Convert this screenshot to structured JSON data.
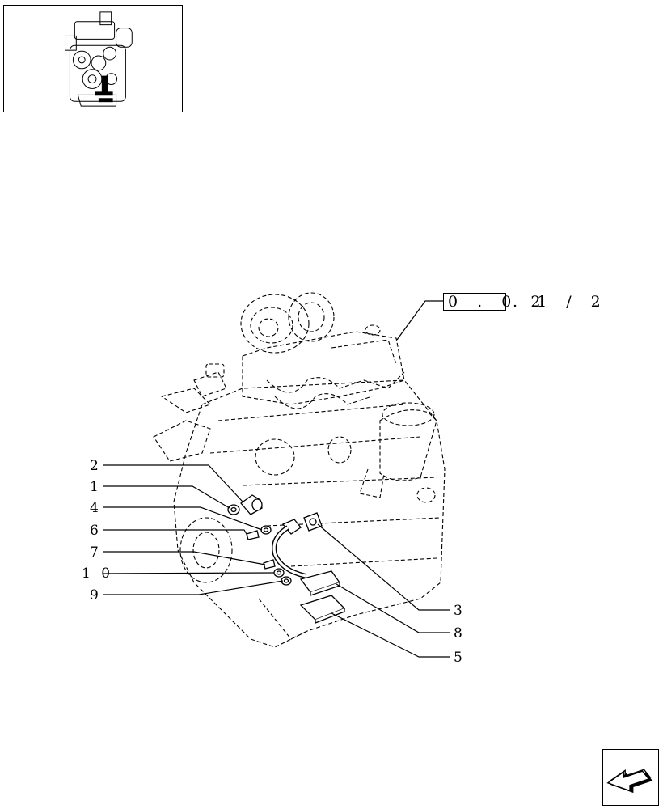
{
  "reference": {
    "code": "0 . 0 2",
    "suffix": ". 1 / 2"
  },
  "callouts_left": [
    {
      "id": "2",
      "label": "2"
    },
    {
      "id": "1",
      "label": "1"
    },
    {
      "id": "4",
      "label": "4"
    },
    {
      "id": "6",
      "label": "6"
    },
    {
      "id": "7",
      "label": "7"
    },
    {
      "id": "10",
      "label": "1 0"
    },
    {
      "id": "9",
      "label": "9"
    }
  ],
  "callouts_right": [
    {
      "id": "3",
      "label": "3"
    },
    {
      "id": "8",
      "label": "8"
    },
    {
      "id": "5",
      "label": "5"
    }
  ],
  "icons": {
    "thumbnail": "engine-thumbnail-icon",
    "navigation": "next-page-arrow-icon"
  }
}
